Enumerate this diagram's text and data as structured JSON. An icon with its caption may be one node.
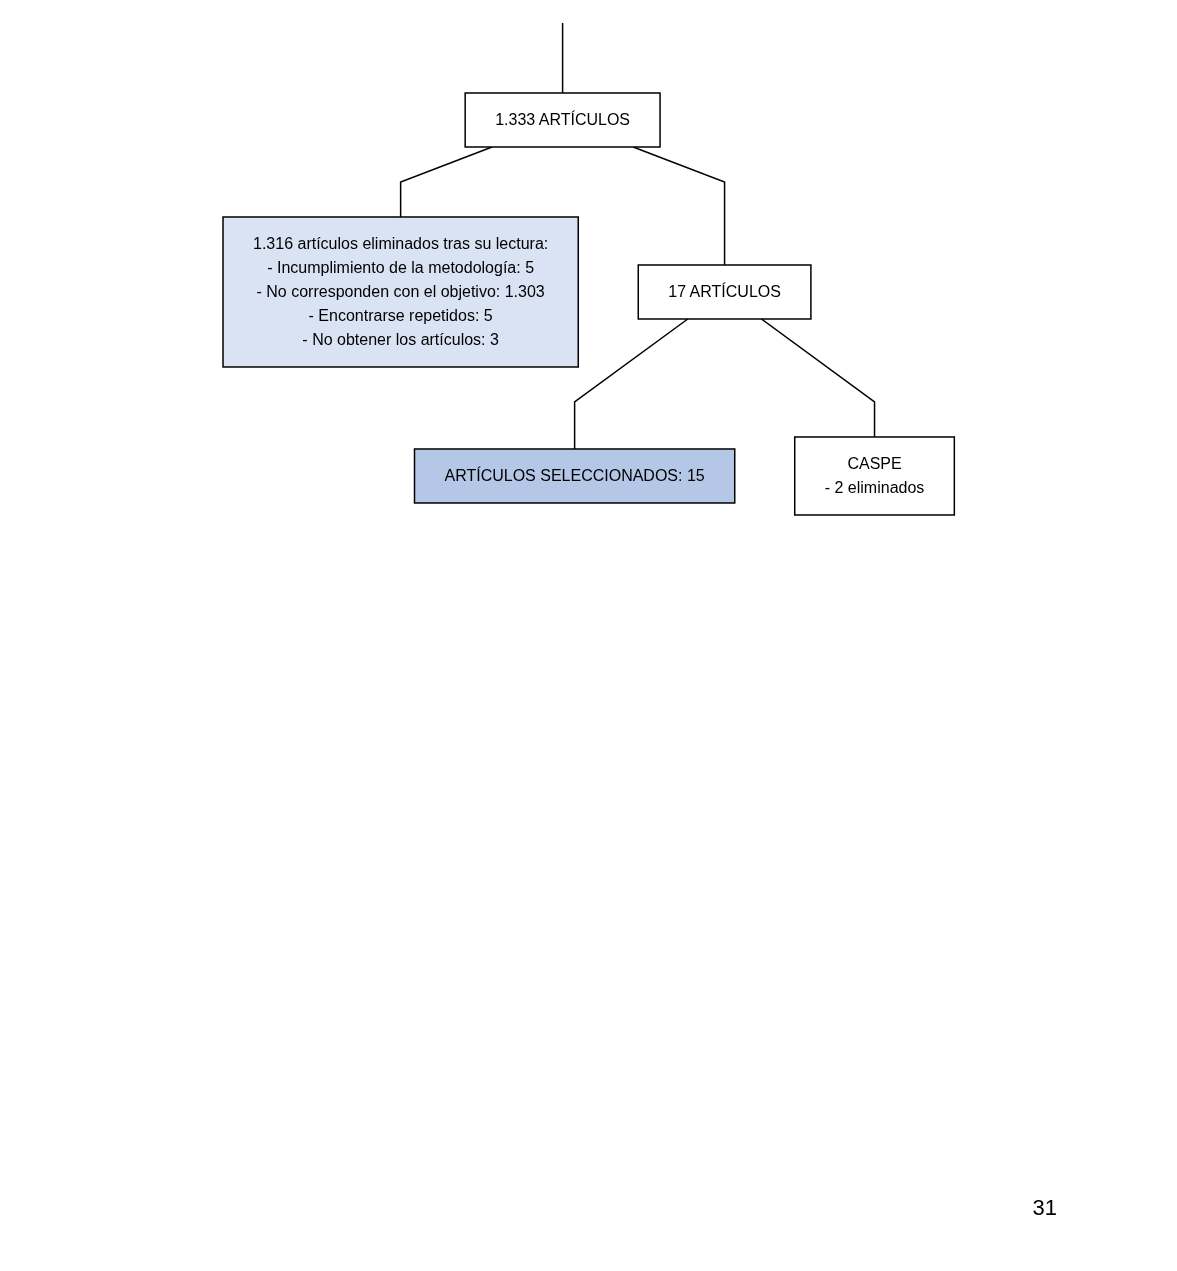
{
  "diagram": {
    "nodes": [
      {
        "text": [
          "1.333 ARTÍCULOS"
        ]
      },
      {
        "text": [
          "1.316 artículos eliminados tras su lectura:",
          "- Incumplimiento de la metodología: 5",
          "- No corresponden con el objetivo: 1.303",
          "- Encontrarse repetidos: 5",
          "- No obtener los artículos: 3"
        ]
      },
      {
        "text": [
          "17 ARTÍCULOS"
        ]
      },
      {
        "text": [
          "CASPE",
          "- 2 eliminados"
        ]
      },
      {
        "text": [
          "ARTÍCULOS SELECCIONADOS: 15"
        ]
      }
    ],
    "edges": [
      {
        "from": null,
        "to": 0,
        "arrow": "none"
      },
      {
        "from": 0,
        "to": 2,
        "arrow": "none"
      },
      {
        "from": 0,
        "to": 1,
        "arrow": "none"
      },
      {
        "from": 2,
        "to": 4,
        "arrow": "none"
      },
      {
        "from": 2,
        "to": 3,
        "arrow": "none"
      }
    ],
    "labels": [
      "31"
    ]
  }
}
